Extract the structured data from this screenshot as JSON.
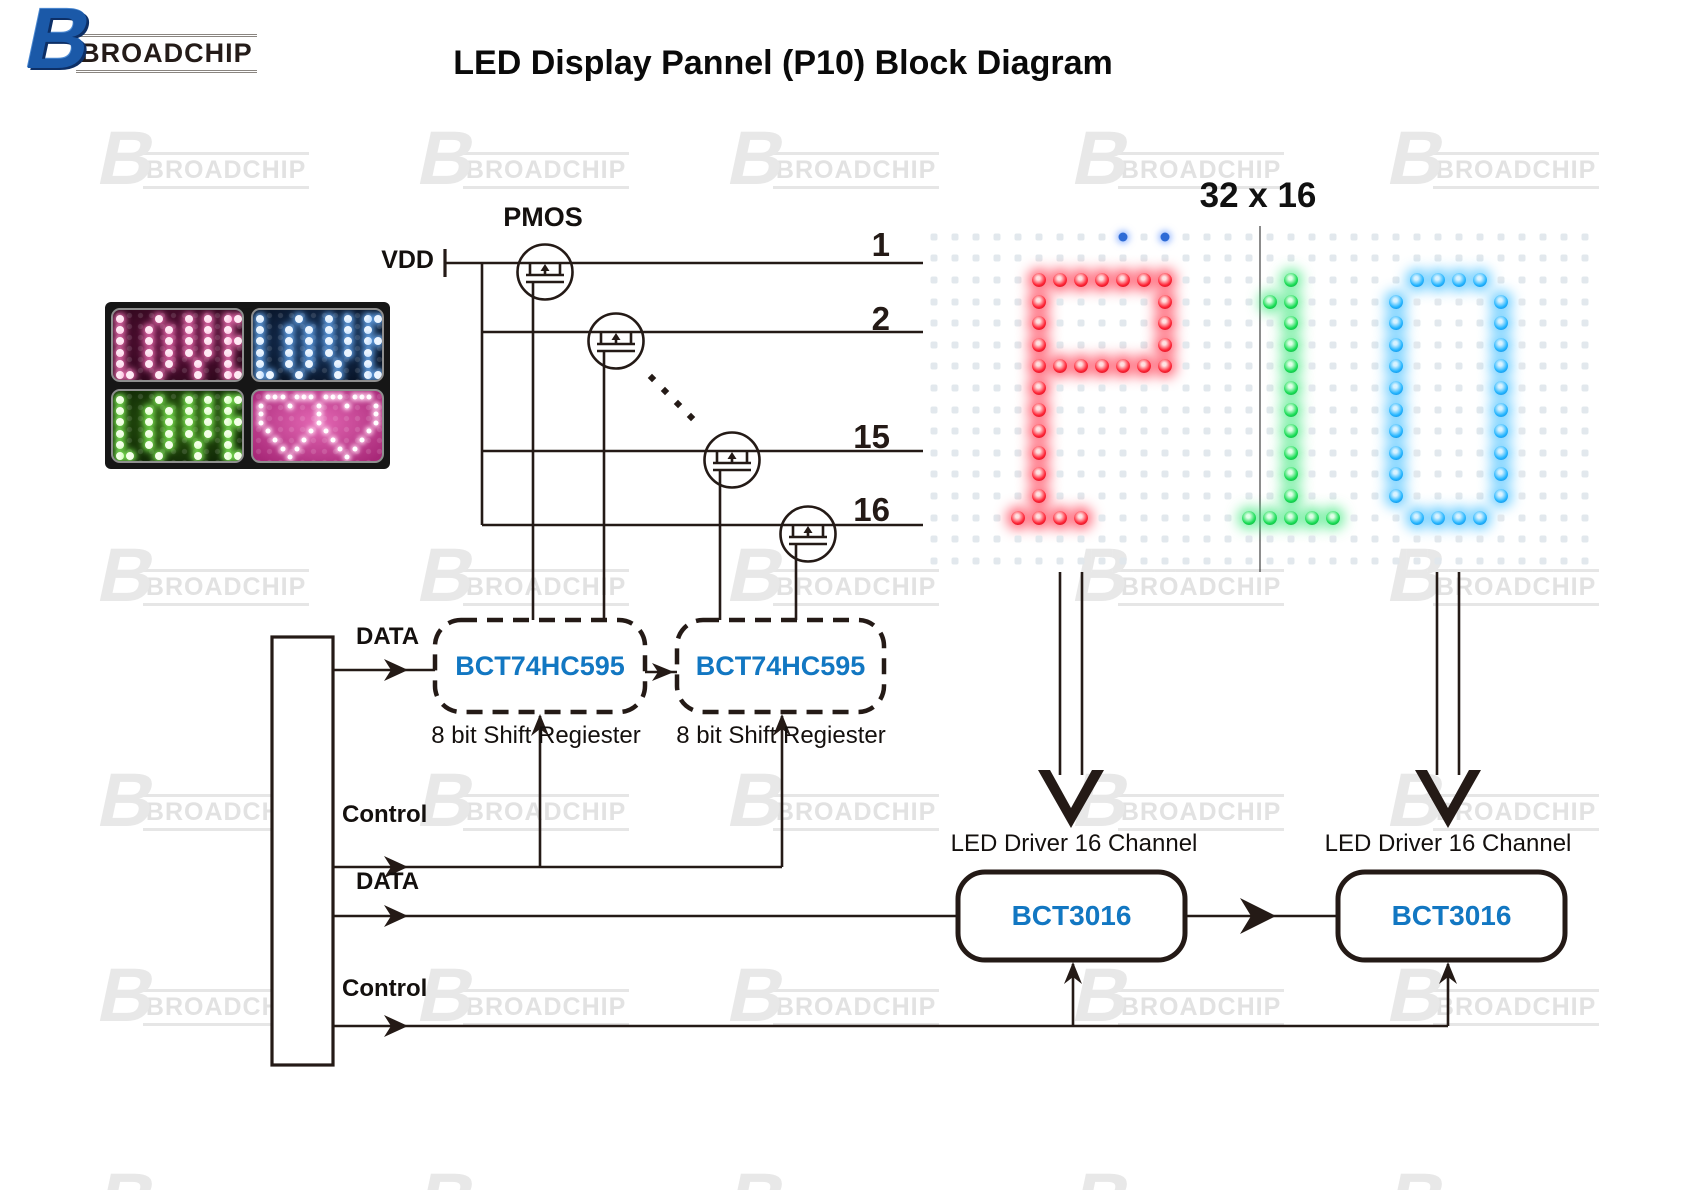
{
  "logo": {
    "letter": "B",
    "name": "BROADCHIP"
  },
  "watermark": {
    "letter": "B",
    "name": "BROADCHIP"
  },
  "title": "LED Display Pannel (P10) Block Diagram",
  "colors": {
    "accent_blue": "#1277c2",
    "line": "#241a16",
    "logo_blue": "#1b59a8",
    "watermark_gray": "#e7e7e7"
  },
  "pmos": {
    "label": "PMOS",
    "vdd_label": "VDD"
  },
  "scan_lines": {
    "row_labels": [
      "1",
      "2",
      "15",
      "16"
    ]
  },
  "panel": {
    "size_label": "32 x 16",
    "bitmap": [
      ".........b.b....................",
      "................................",
      ".....RRRRRRR.....G.....BBBB.....",
      ".....R.....R....GG....B....B....",
      ".....R.....R.....G....B....B....",
      ".....R.....R.....G....B....B....",
      ".....RRRRRRR.....G....B....B....",
      ".....R...........G....B....B....",
      ".....R...........G....B....B....",
      ".....R...........G....B....B....",
      ".....R...........G....B....B....",
      ".....R...........G....B....B....",
      ".....R...........G....B....B....",
      "....RRRR.......GGGGG...BBBB.....",
      "................................",
      "................................"
    ]
  },
  "shift_registers": {
    "chip": "BCT74HC595",
    "caption": "8 bit Shift Regiester",
    "data_label": "DATA",
    "control_label": "Control"
  },
  "drivers": {
    "chip": "BCT3016",
    "caption": "LED Driver 16 Channel",
    "data_label": "DATA",
    "control_label": "Control"
  },
  "love_display": {
    "tiles": [
      {
        "name": "love-pink",
        "type": "love",
        "bg1": "#63123e",
        "bg2": "#2a0719",
        "dot": "#ffeaf4",
        "glow": "#ff7ac0"
      },
      {
        "name": "love-blue",
        "type": "love",
        "bg1": "#1b3a66",
        "bg2": "#060f1f",
        "dot": "#ecf5ff",
        "glow": "#6fb4ff"
      },
      {
        "name": "love-green",
        "type": "love",
        "bg1": "#2f6312",
        "bg2": "#0c2004",
        "dot": "#f4ffe9",
        "glow": "#8aff5e"
      },
      {
        "name": "hearts-pink",
        "type": "hearts",
        "bg1": "#e468b4",
        "bg2": "#a82878",
        "dot": "#ffffff",
        "glow": "#ffd0ec"
      }
    ],
    "bitmaps": {
      "love": [
        "W...W..W.W.WW",
        "W..W.W.W.W.W.",
        "W..W.W.W.W.WW",
        "W..W.W.W.W.W.",
        "W..W.W..W..W.",
        "WW..W...W..WW"
      ],
      "hearts": [
        ".WWW.WWW.WWW.WWW.",
        "W...W...W...W...W",
        "W.......W.......W",
        "W.......W.......W",
        ".W.....W.W.....W.",
        "..W...W...W...W..",
        "...W.W.....W.W...",
        "....W.......W...."
      ]
    }
  }
}
